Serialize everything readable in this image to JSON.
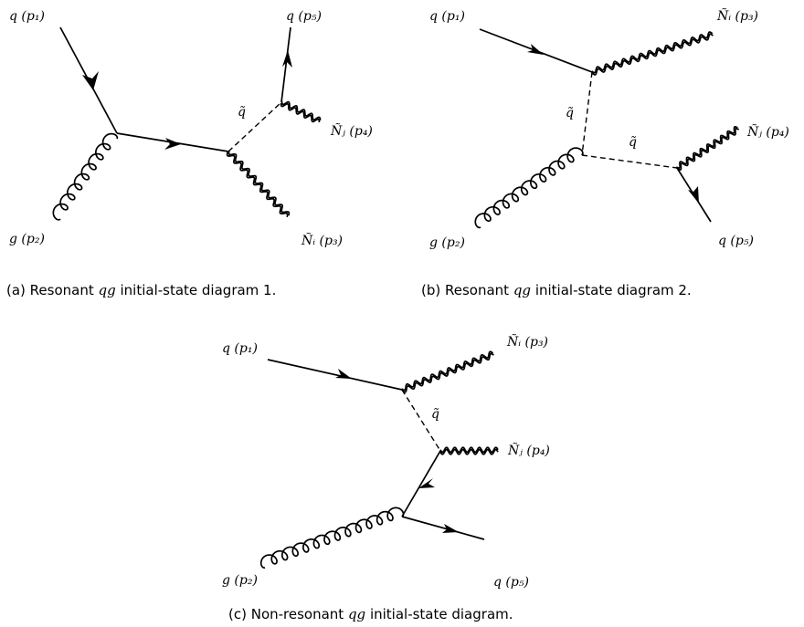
{
  "diagrams": [
    {
      "id": "a",
      "caption_prefix": "(a) Resonant ",
      "caption_math": "qg",
      "caption_suffix": " initial-state diagram 1.",
      "labels": {
        "p1": "q (p₁)",
        "p2": "g (p₂)",
        "p3": "Ñᵢ (p₃)",
        "p4": "Ñⱼ (p₄)",
        "p5": "q (p₅)",
        "prop": "q̃"
      }
    },
    {
      "id": "b",
      "caption_prefix": "(b) Resonant ",
      "caption_math": "qg",
      "caption_suffix": " initial-state diagram 2.",
      "labels": {
        "p1": "q (p₁)",
        "p2": "g (p₂)",
        "p3": "Ñᵢ (p₃)",
        "p4": "Ñⱼ (p₄)",
        "p5": "q (p₅)",
        "prop1": "q̃",
        "prop2": "q̃"
      }
    },
    {
      "id": "c",
      "caption_prefix": "(c) Non-resonant ",
      "caption_math": "qg",
      "caption_suffix": " initial-state diagram.",
      "labels": {
        "p1": "q (p₁)",
        "p2": "g (p₂)",
        "p3": "Ñᵢ (p₃)",
        "p4": "Ñⱼ (p₄)",
        "p5": "q (p₅)",
        "prop": "q̃"
      }
    }
  ]
}
